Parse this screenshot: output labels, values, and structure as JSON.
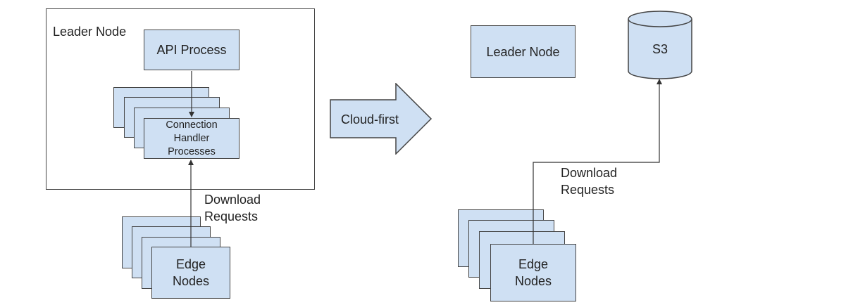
{
  "left": {
    "container_label": "Leader Node",
    "api_process": "API Process",
    "connection_handler": [
      "Connection",
      "Handler",
      "Processes"
    ],
    "download_requests": [
      "Download",
      "Requests"
    ],
    "edge_nodes": [
      "Edge",
      "Nodes"
    ]
  },
  "transition": {
    "label": "Cloud-first"
  },
  "right": {
    "leader_node": "Leader Node",
    "storage": "S3",
    "download_requests": [
      "Download",
      "Requests"
    ],
    "edge_nodes": [
      "Edge",
      "Nodes"
    ]
  },
  "colors": {
    "box_fill": "#cfe0f3",
    "stroke": "#444444"
  }
}
